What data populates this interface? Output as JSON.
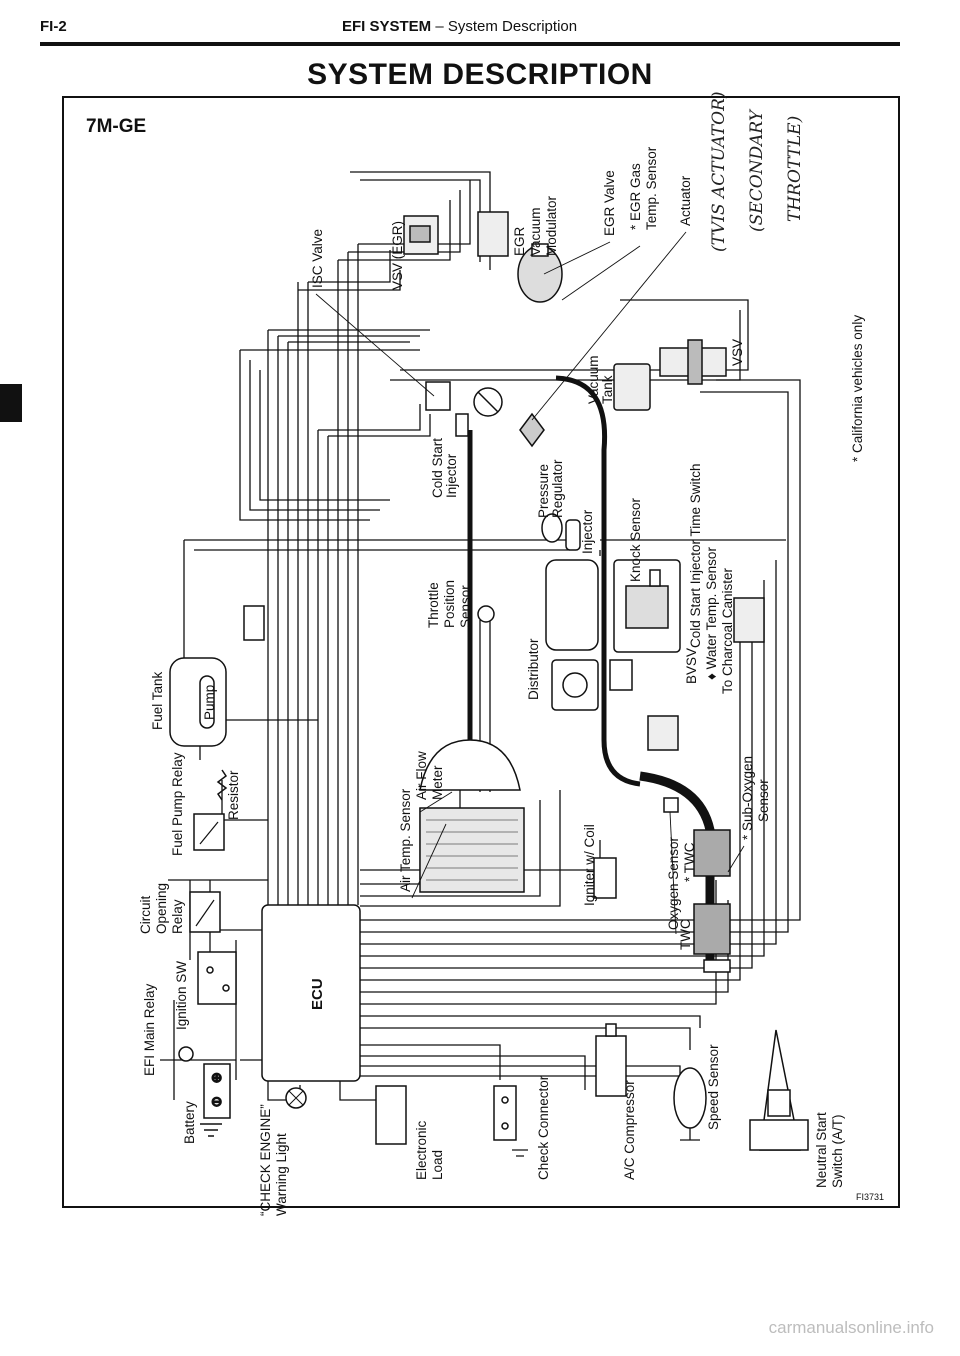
{
  "header": {
    "page_num": "FI-2",
    "system": "EFI SYSTEM",
    "dash": " – ",
    "section": "System Description"
  },
  "title": "SYSTEM DESCRIPTION",
  "model": "7M-GE",
  "labels": {
    "isc_valve": "ISC Valve",
    "vsv_egr": "VSV (EGR)",
    "egr_vacuum_modulator": [
      "EGR",
      "Vacuum",
      "Modulator"
    ],
    "egr_valve": "EGR Valve",
    "egr_gas_temp": [
      "* EGR Gas",
      "Temp. Sensor"
    ],
    "actuator": "Actuator",
    "california": "* California vehicles only",
    "vsv": "VSV",
    "vacuum_tank": [
      "Vacuum",
      "Tank"
    ],
    "cold_start_injector": [
      "Cold Start",
      "Injector"
    ],
    "pressure_regulator": [
      "Pressure",
      "Regulator"
    ],
    "injector": "Injector",
    "knock_sensor": "Knock Sensor",
    "cold_start_time_switch": "Cold Start Injector Time Switch",
    "water_temp_sensor": "♦ Water Temp. Sensor",
    "to_charcoal_canister": "To Charcoal Canister",
    "bvsv": "BVSV",
    "throttle_position_sensor": [
      "Throttle",
      "Position",
      "Sensor"
    ],
    "distributor": "Distributor",
    "fuel_tank": "Fuel Tank",
    "pump": "Pump",
    "fuel_pump_relay": "Fuel Pump Relay",
    "resistor": "Resistor",
    "circuit_opening_relay": [
      "Circuit",
      "Opening",
      "Relay"
    ],
    "air_temp_sensor": "Air Temp. Sensor",
    "air_flow_meter": [
      "Air Flow",
      "Meter"
    ],
    "igniter_coil": "Igniter w/ Coil",
    "oxygen_sensor": "Oxygen Sensor",
    "twc_star": "* TWC",
    "twc": "TWC",
    "sub_oxygen_sensor": [
      "* Sub-Oxygen",
      "Sensor"
    ],
    "efi_main_relay": "EFI Main Relay",
    "ignition_sw": "Ignition SW",
    "battery": "Battery",
    "ecu": "ECU",
    "check_engine": [
      "“CHECK ENGINE”",
      "Warning Light"
    ],
    "electronic_load": [
      "Electronic",
      "Load"
    ],
    "check_connector": "Check Connector",
    "ac_compressor": "A/C Compressor",
    "speed_sensor": "Speed Sensor",
    "neutral_start_switch": [
      "Neutral Start",
      "Switch (A/T)"
    ],
    "figure_id": "FI3731"
  },
  "handwriting": {
    "line1": "(TVIS ACTUATOR)",
    "line2": "(SECONDARY",
    "line3": "THROTTLE)"
  },
  "watermark": "carmanualsonline.info"
}
